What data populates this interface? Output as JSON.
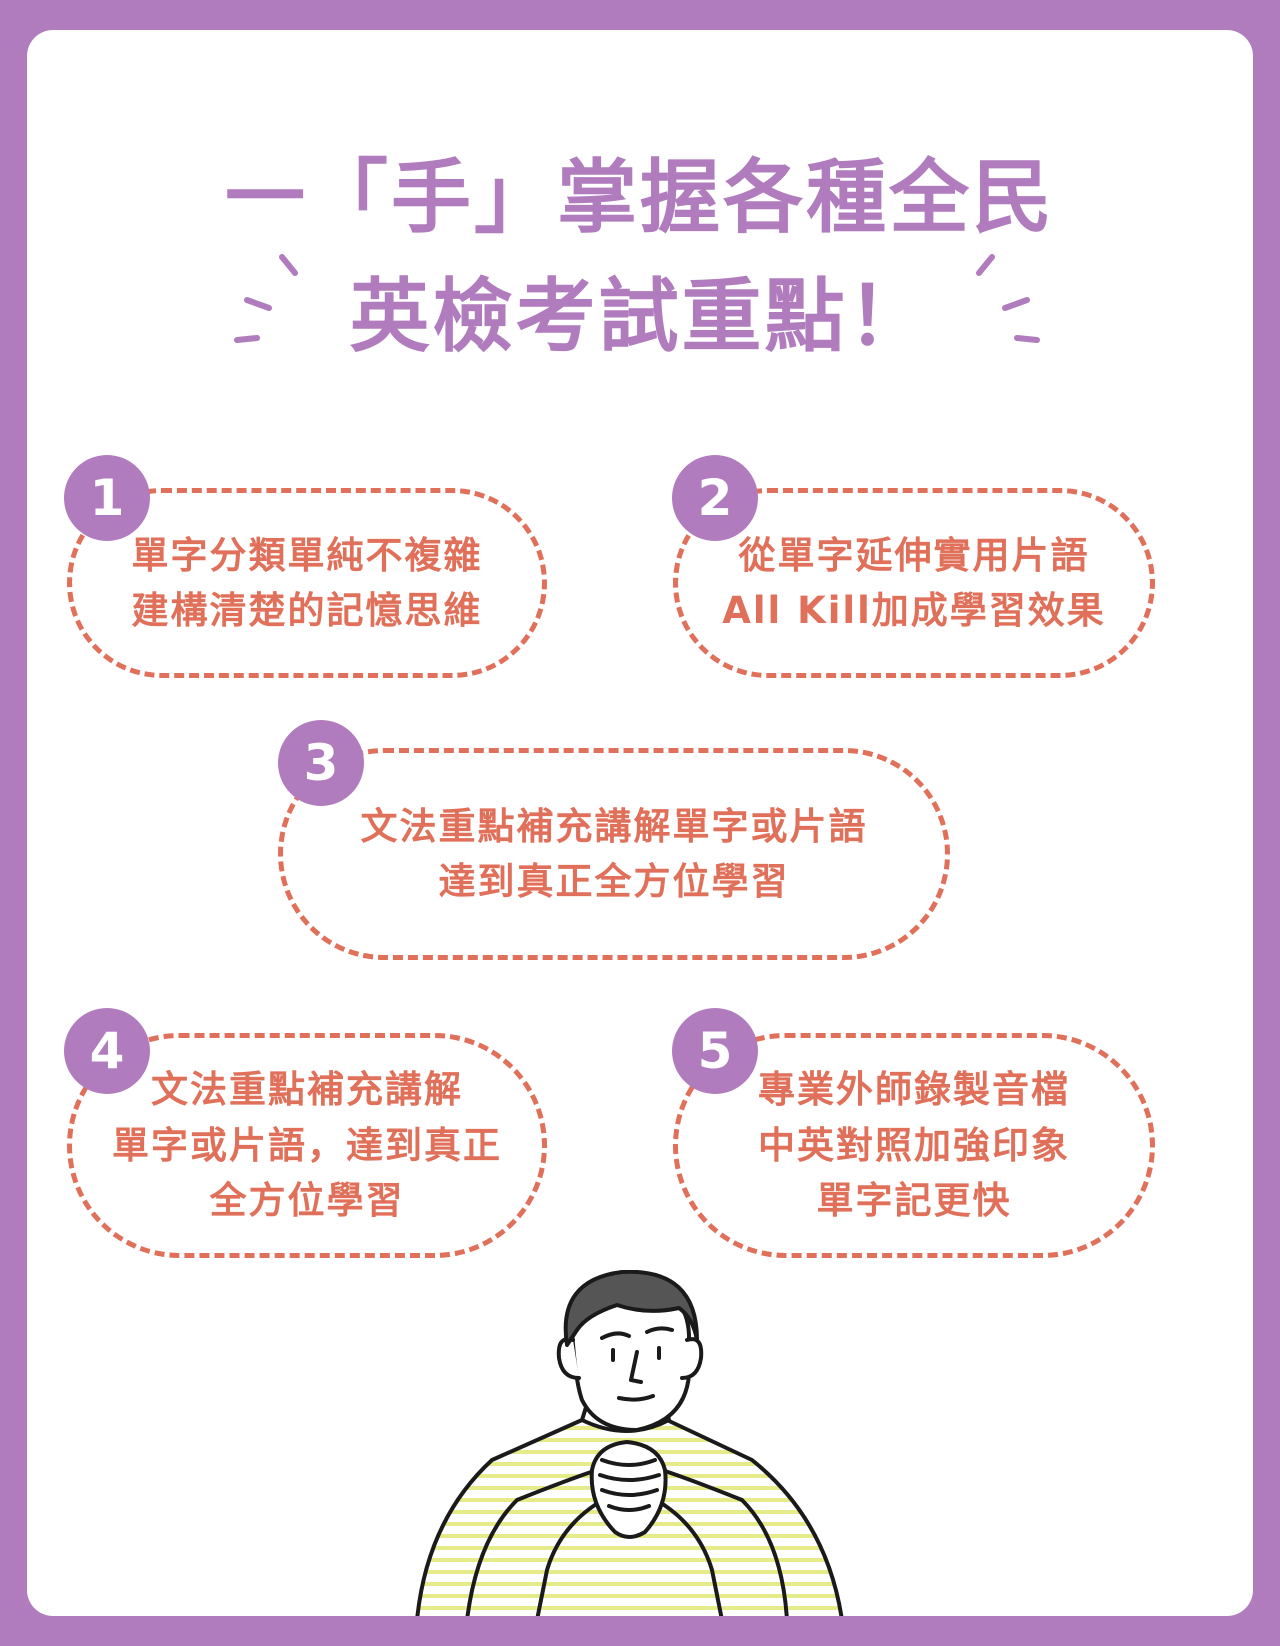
{
  "headline": {
    "line1": "一「手」掌握各種全民",
    "line2": "英檢考試重點！"
  },
  "colors": {
    "frame": "#b07cbd",
    "accent_text": "#e0705a",
    "badge": "#b07cbd",
    "shirt_stripe": "#e6eb8a"
  },
  "points": [
    {
      "number": "1",
      "lines": [
        "單字分類單純不複雜",
        "建構清楚的記憶思維"
      ]
    },
    {
      "number": "2",
      "lines": [
        "從單字延伸實用片語",
        "All Kill加成學習效果"
      ]
    },
    {
      "number": "3",
      "lines": [
        "文法重點補充講解單字或片語",
        "達到真正全方位學習"
      ]
    },
    {
      "number": "4",
      "lines": [
        "文法重點補充講解",
        "單字或片語，達到真正",
        "全方位學習"
      ]
    },
    {
      "number": "5",
      "lines": [
        "專業外師錄製音檔",
        "中英對照加強印象",
        "單字記更快"
      ]
    }
  ],
  "illustration": {
    "icon": "thinking-man-illustration"
  }
}
